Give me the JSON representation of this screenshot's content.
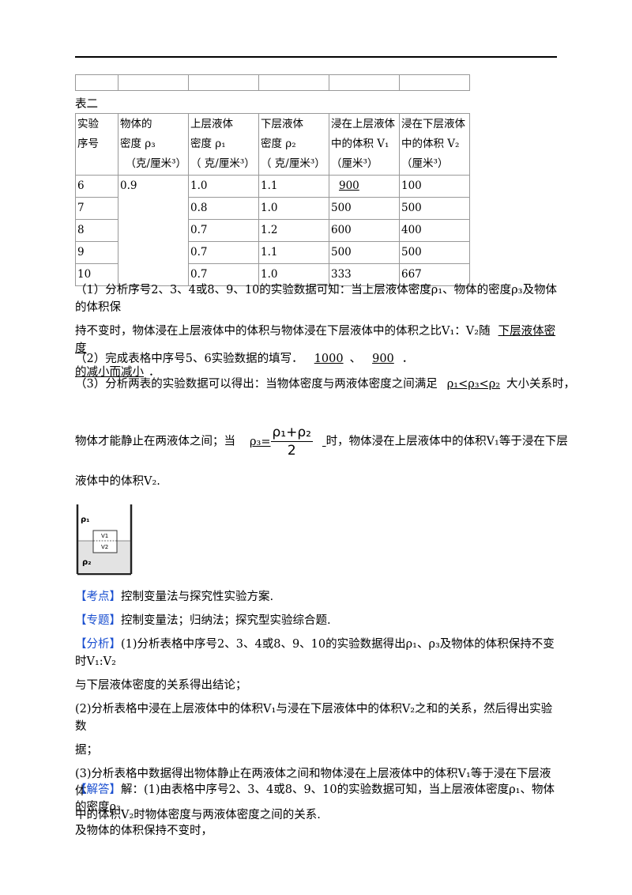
{
  "table1_empty_cols": 6,
  "table2": {
    "caption": "表二",
    "headers": [
      [
        "实验",
        "序号"
      ],
      [
        "物体的",
        "密度 ρ₃",
        "（克/厘米³）"
      ],
      [
        "上层液体",
        "密度 ρ₁",
        "（ 克/厘米³）"
      ],
      [
        "下层液体",
        "密度 ρ₂",
        "（ 克/厘米³）"
      ],
      [
        "浸在上层液体",
        "中的体积 V₁",
        "（厘米³）"
      ],
      [
        "浸在下层液体",
        "中的体积 V₂",
        "（厘米³）"
      ]
    ],
    "rows": [
      [
        "6",
        "0.9",
        "1.0",
        "1.1",
        "900",
        "100"
      ],
      [
        "7",
        "",
        "0.8",
        "1.0",
        "500",
        "500"
      ],
      [
        "8",
        "",
        "0.7",
        "1.2",
        "600",
        "400"
      ],
      [
        "9",
        "",
        "0.7",
        "1.1",
        "500",
        "500"
      ],
      [
        "10",
        "",
        "0.7",
        "1.0",
        "333",
        "667"
      ]
    ]
  },
  "q1": {
    "line1": "（1）分析序号2、3、4或8、9、10的实验数据可知：当上层液体密度ρ₁、物体的密度ρ₃及物体的体积保",
    "line2_pre": "持不变时，物体浸在上层液体中的体积与物体浸在下层液体中的体积之比V₁：V₂随",
    "line2_ans": "下层液体密度",
    "line3_ans": "的减小而减小",
    "line3_post": "．"
  },
  "q2": {
    "pre": "（2）完成表格中序号5、6实验数据的填写．",
    "ans1": "1000",
    "sep": "、",
    "ans2": "900",
    "post": "．"
  },
  "q3": {
    "line1_pre": "（3）分析两表的实验数据可以得出：当物体密度与两液体密度之间满足",
    "line1_ans": "ρ₁<ρ₃<ρ₂",
    "line1_post": "大小关系时，",
    "line2_pre": "物体才能静止在两液体之间；当",
    "line2_ans_left": "ρ₃=",
    "frac_num": "ρ₁+ρ₂",
    "frac_den": "2",
    "line2_post": "时，物体浸在上层液体中的体积V₁等于浸在下层",
    "line3": "液体中的体积V₂."
  },
  "figure": {
    "label_top": "ρ₁",
    "label_bottom": "ρ₂",
    "v1": "V1",
    "v2": "V2"
  },
  "kaodian": {
    "tag": "【考点】",
    "text": "控制变量法与探究性实验方案."
  },
  "zhuanti": {
    "tag": "【专题】",
    "text": "控制变量法；归纳法；探究型实验综合题."
  },
  "fenxi": {
    "tag": "【分析】",
    "l1": "(1)分析表格中序号2、3、4或8、9、10的实验数据得出ρ₁、ρ₃及物体的体积保持不变时V₁:V₂",
    "l2": "与下层液体密度的关系得出结论；",
    "l3": "(2)分析表格中浸在上层液体中的体积V₁与浸在下层液体中的体积V₂之和的关系，然后得出实验数",
    "l4": "据；",
    "l5": "(3)分析表格中数据得出物体静止在两液体之间和物体浸在上层液体中的体积V₁等于浸在下层液体",
    "l6": "中的体积V₂时物体密度与两液体密度之间的关系."
  },
  "jieda": {
    "tag": "【解答】",
    "l1": "解：(1)由表格中序号2、3、4或8、9、10的实验数据可知，当上层液体密度ρ₁、物体的密度ρ₃",
    "l2": "及物体的体积保持不变时，"
  }
}
